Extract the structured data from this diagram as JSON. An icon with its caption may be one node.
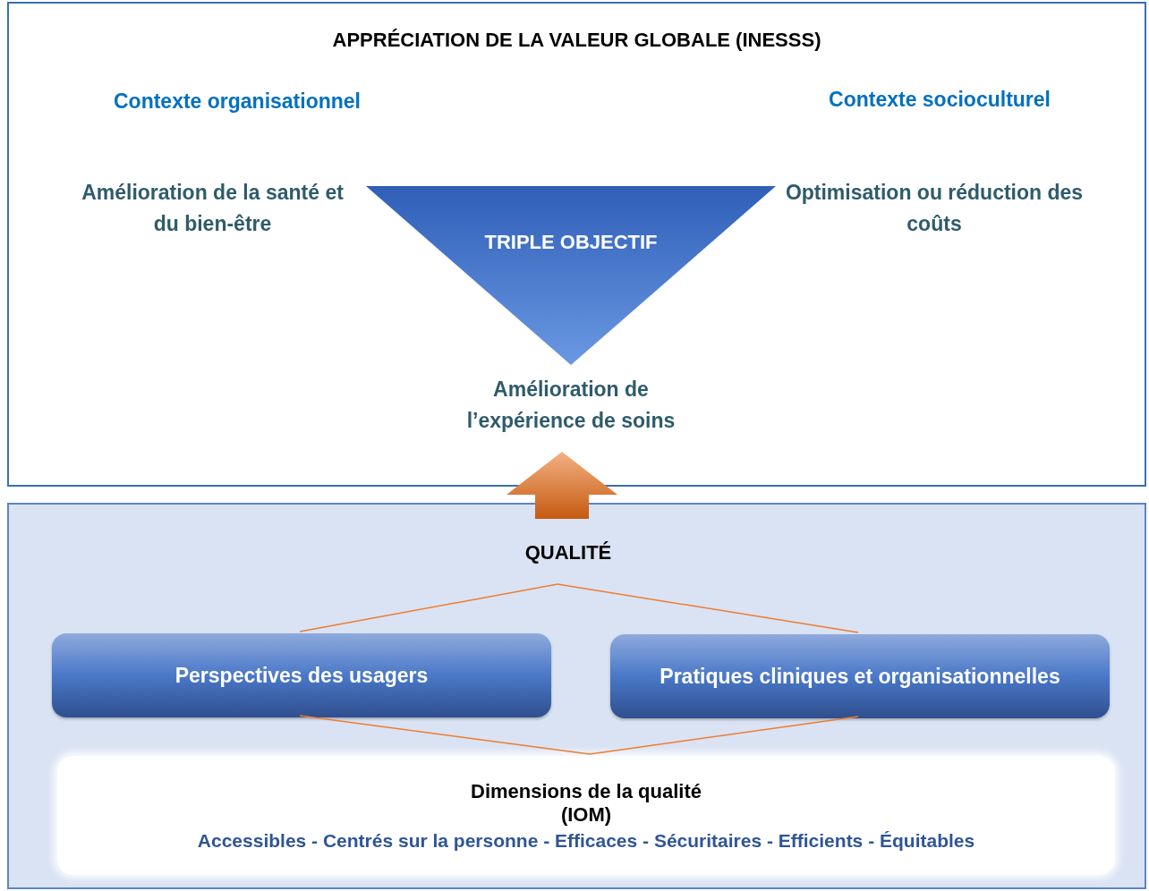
{
  "diagram": {
    "nodes": [
      {
        "text": [
          "APPRÉCIATION DE LA VALEUR GLOBALE (INESSS)"
        ]
      },
      {
        "text": [
          "TRIPLE OBJECTIF"
        ],
        "in": 0,
        "beside": [
          "Amélioration de la santé et du bien-être",
          "Optimisation ou réduction des coûts",
          "Amélioration de l’expérience de soins"
        ]
      },
      {
        "text": [],
        "shape": "box"
      },
      {
        "text": [
          "QUALITÉ"
        ],
        "in": 2
      },
      {
        "text": [
          "Perspectives des usagers"
        ],
        "in": 2
      },
      {
        "text": [
          "Pratiques cliniques et organisationnelles"
        ],
        "in": 2
      },
      {
        "text": [
          "Dimensions de la qualité (IOM)",
          "Accessibles - Centrés sur la personne - Efficaces - Sécuritaires - Efficients - Équitables"
        ],
        "in": 2
      }
    ],
    "edges": [
      {
        "from": 2,
        "to": 0,
        "arrow": "to",
        "style": "thick"
      },
      {
        "from": 3,
        "to": 4,
        "arrow": "none"
      },
      {
        "from": 3,
        "to": 5,
        "arrow": "none"
      },
      {
        "from": 4,
        "to": 6,
        "arrow": "none"
      },
      {
        "from": 5,
        "to": 6,
        "arrow": "none"
      }
    ],
    "labels": [
      "Contexte organisationnel",
      "Contexte socioculturel"
    ]
  }
}
